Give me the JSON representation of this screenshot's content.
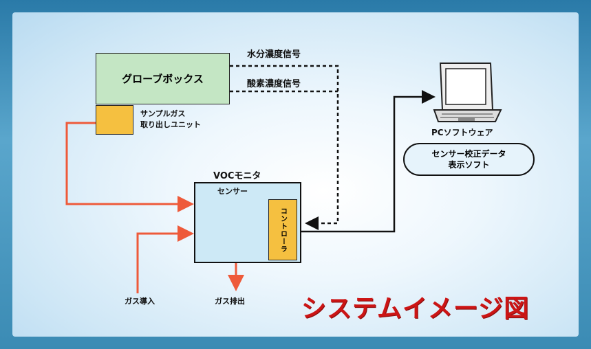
{
  "title": "システムイメージ図",
  "glovebox": "グローブボックス",
  "sample_unit": [
    "サンプルガス",
    "取り出しユニット"
  ],
  "signals": [
    "水分濃度信号",
    "酸素濃度信号"
  ],
  "voc_monitor": "VOCモニタ",
  "sensor": "センサー",
  "controller": "コントローラ",
  "gas_in": "ガス導入",
  "gas_out": "ガス排出",
  "pc_software": "PCソフトウェア",
  "calib_software": [
    "センサー校正データ",
    "表示ソフト"
  ],
  "colors": {
    "pipe": "#ee5a3a",
    "title": "#cc1515",
    "accent": "#f5c040"
  }
}
